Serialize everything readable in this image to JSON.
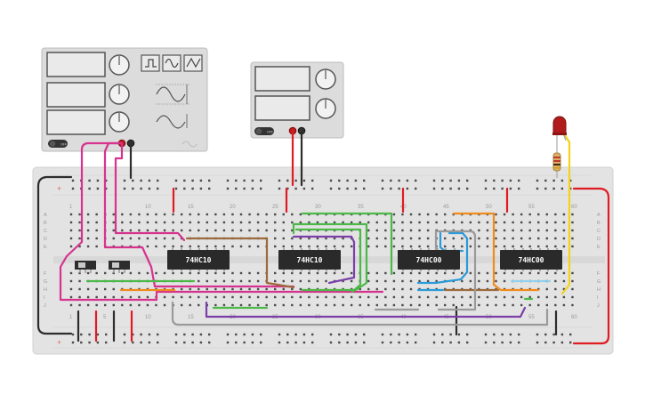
{
  "canvas": {
    "title": ""
  },
  "function_generator": {
    "buttons": [
      "square-wave-icon",
      "sine-wave-icon",
      "triangle-wave-icon"
    ],
    "power_label": "OFF"
  },
  "power_supply": {
    "power_label": "OFF"
  },
  "breadboard": {
    "columns_top": [
      "1",
      "10",
      "15",
      "20",
      "25",
      "30",
      "35",
      "40",
      "45",
      "50",
      "55",
      "60"
    ],
    "columns_bottom": [
      "1",
      "5",
      "10",
      "15",
      "20",
      "25",
      "30",
      "35",
      "40",
      "45",
      "50",
      "55",
      "60"
    ],
    "rows_top": [
      "A",
      "B",
      "C",
      "D",
      "E"
    ],
    "rows_bottom": [
      "F",
      "G",
      "H",
      "I",
      "J"
    ],
    "rail_sign_top": "+",
    "rail_sign_bottom": "+"
  },
  "chips": [
    {
      "label": "74HC10"
    },
    {
      "label": "74HC10"
    },
    {
      "label": "74HC00"
    },
    {
      "label": "74HC00"
    }
  ],
  "colors": {
    "wire_magenta": "#d6338e",
    "wire_red": "#e01b24",
    "wire_black": "#2d2d2d",
    "wire_brown": "#9b6a3a",
    "wire_green": "#4cb848",
    "wire_purple": "#7b3fa8",
    "wire_orange": "#f08a1c",
    "wire_blue": "#2a9ad8",
    "wire_gray": "#9a9a9a",
    "wire_yellow": "#f2d21b",
    "led": "#b01c1c"
  }
}
